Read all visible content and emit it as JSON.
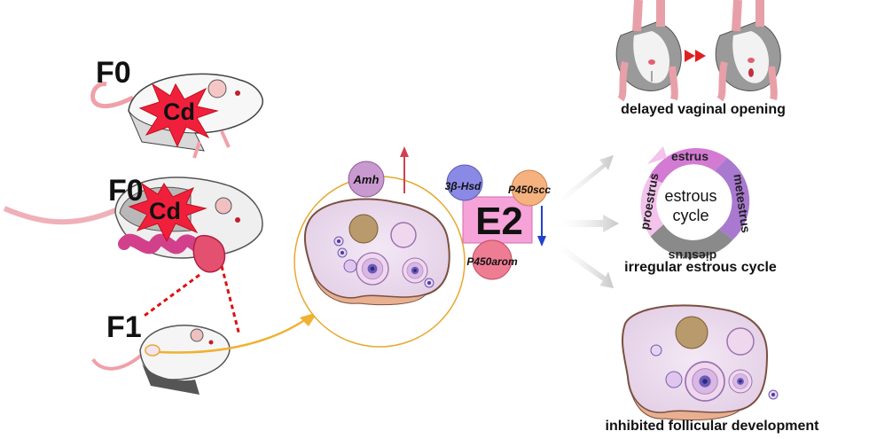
{
  "generations": {
    "f0_top": "F0",
    "f0_mid": "F0",
    "f1": "F1"
  },
  "exposure": {
    "top": "Cd",
    "mid": "Cd"
  },
  "hormones": {
    "amh": "Amh",
    "hsd": "3β-Hsd",
    "scc": "P450scc",
    "arom": "P450arom",
    "e2": "E2"
  },
  "cycle": {
    "center_line1": "estrous",
    "center_line2": "cycle",
    "stages": [
      "estrus",
      "metestrus",
      "diestrus",
      "proestrus"
    ]
  },
  "outcomes": {
    "vaginal": "delayed vaginal opening",
    "cycle": "irregular estrous cycle",
    "follicle": "inhibited follicular development"
  },
  "colors": {
    "star": "#f0203c",
    "amh": "#c99ad0",
    "hsd": "#8a8ae6",
    "scc": "#f5b27e",
    "arom": "#ee7d94",
    "e2": "#f5a3d9",
    "up_arrow": "#d04050",
    "down_arrow": "#2040d0",
    "estrus": "#d37ad3",
    "metestrus": "#a979d0",
    "diestrus": "#8a8a8a",
    "proestrus": "#f3c3ec",
    "curve_arrow": "#f0b030",
    "dashed": "#e01010"
  }
}
